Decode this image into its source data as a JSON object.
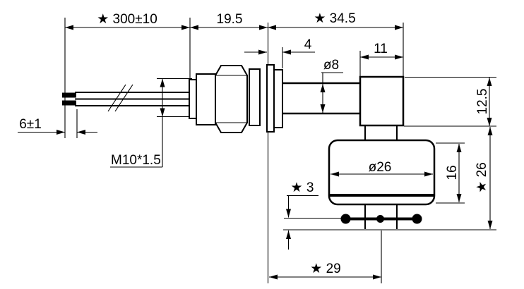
{
  "meta": {
    "title": "Float level switch dimensional drawing",
    "background_color": "#ffffff",
    "line_color": "#000000",
    "units": "mm"
  },
  "labels": {
    "wire_length": "★ 300±10",
    "gland_length": "19.5",
    "stem_length": "★ 34.5",
    "mount_flange_width": "4",
    "head_width": "11",
    "tube_diameter": "ø8",
    "head_height": "12.5",
    "wire_tip_length": "6±1",
    "thread_spec": "M10*1.5",
    "float_diameter": "ø26",
    "float_height": "16",
    "float_section_height": "★ 26",
    "pin_clearance": "★ 3",
    "float_center_offset": "★ 29"
  }
}
